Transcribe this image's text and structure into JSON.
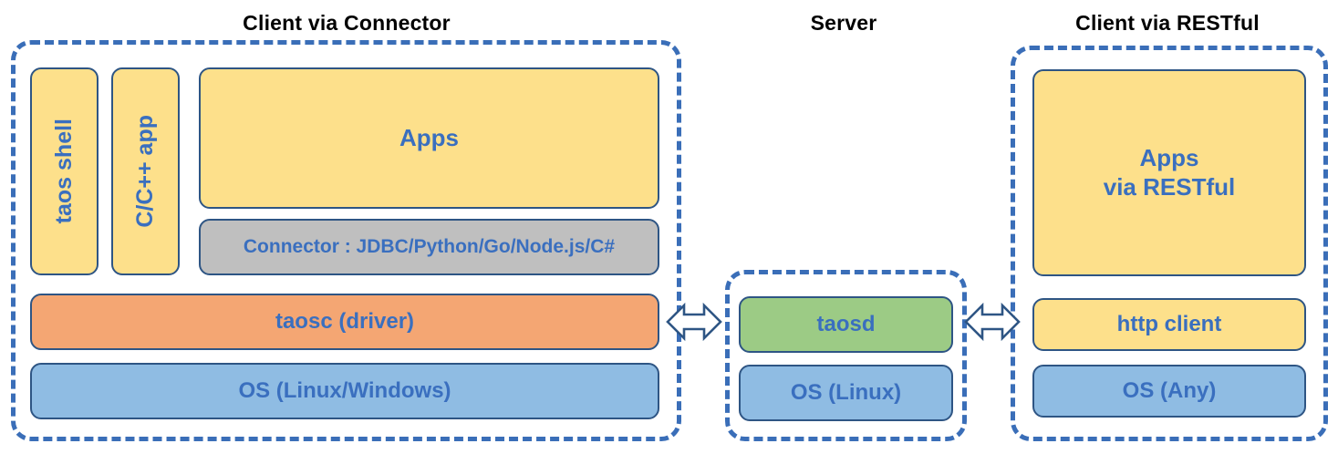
{
  "diagram": {
    "title_connector": "Client via Connector",
    "title_server": "Server",
    "title_restful": "Client via RESTful",
    "colors": {
      "dashed_border": "#3a6eb8",
      "node_border": "#2e5584",
      "node_text": "#3a6fbf",
      "title_text": "#000000",
      "yellow": "#fde08b",
      "orange": "#f4a673",
      "gray": "#bfbfbf",
      "blue": "#8fbce3",
      "green": "#9ccb85",
      "background": "#ffffff"
    }
  },
  "client_connector": {
    "taos_shell": "taos shell",
    "cpp_app": "C/C++ app",
    "apps": "Apps",
    "connector": "Connector : JDBC/Python/Go/Node.js/C#",
    "taosc": "taosc (driver)",
    "os": "OS (Linux/Windows)"
  },
  "server": {
    "taosd": "taosd",
    "os": "OS (Linux)"
  },
  "client_restful": {
    "apps_line1": "Apps",
    "apps_line2": "via RESTful",
    "http_client": "http client",
    "os": "OS (Any)"
  },
  "arrows": {
    "left": "double-headed-arrow",
    "right": "double-headed-arrow"
  }
}
